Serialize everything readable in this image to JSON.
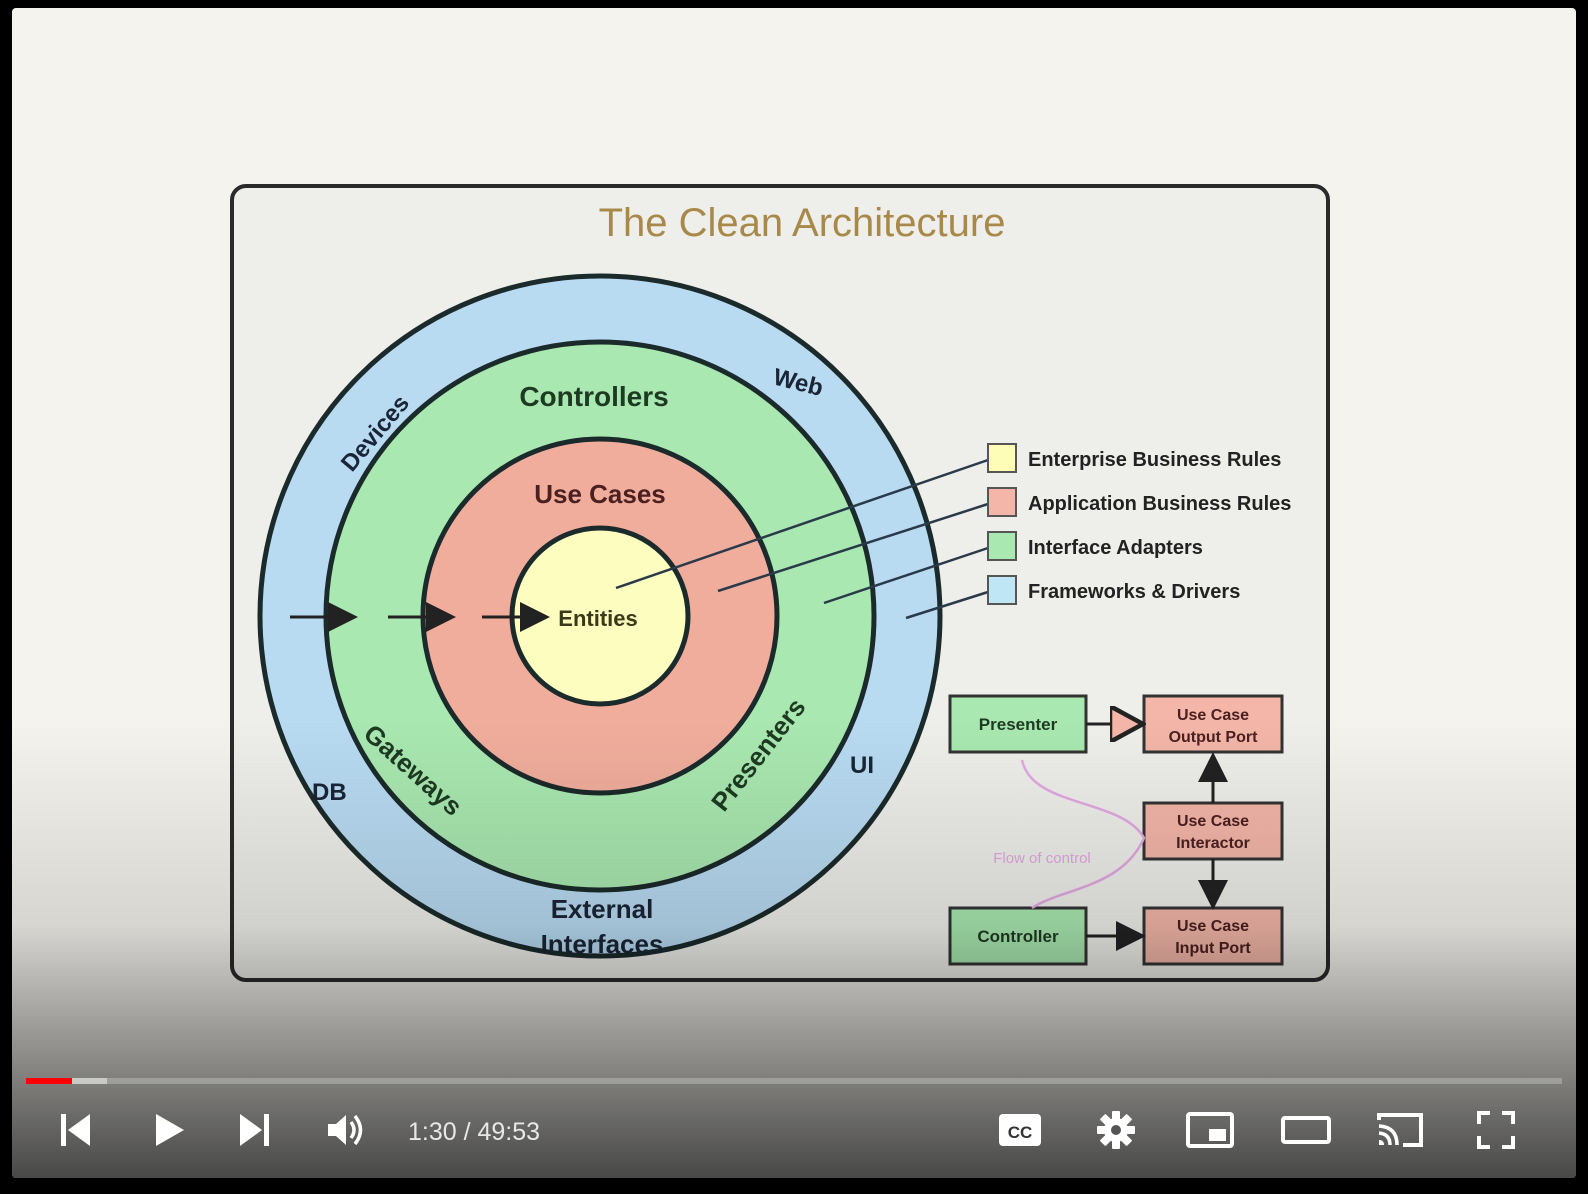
{
  "slide": {
    "title": "The Clean Architecture",
    "layers": {
      "outer": [
        "Devices",
        "Web",
        "UI",
        "DB"
      ],
      "middle": [
        "Controllers",
        "Gateways",
        "Presenters"
      ],
      "inner": "Use Cases",
      "core": "Entities",
      "bottom_line1": "External",
      "bottom_line2": "Interfaces"
    },
    "legend": [
      {
        "label": "Enterprise Business Rules",
        "color": "#fdfdb8"
      },
      {
        "label": "Application Business Rules",
        "color": "#f3b6a8"
      },
      {
        "label": "Interface Adapters",
        "color": "#a9e8b0"
      },
      {
        "label": "Frameworks & Drivers",
        "color": "#bfe6f5"
      }
    ],
    "flow": {
      "presenter": "Presenter",
      "controller": "Controller",
      "output_port_1": "Use Case",
      "output_port_2": "Output Port",
      "interactor_1": "Use Case",
      "interactor_2": "Interactor",
      "input_port_1": "Use Case",
      "input_port_2": "Input Port",
      "flow_label": "Flow of control"
    }
  },
  "player": {
    "time": "1:30 / 49:53",
    "progress_played": 0.03,
    "progress_loaded": 0.053,
    "icons": {
      "previous": "skip-previous-icon",
      "play": "play-icon",
      "next": "skip-next-icon",
      "volume": "volume-icon",
      "cc": "captions-icon",
      "settings": "gear-icon",
      "miniplayer": "miniplayer-icon",
      "theater": "theater-mode-icon",
      "cast": "cast-icon",
      "fullscreen": "fullscreen-icon"
    }
  }
}
